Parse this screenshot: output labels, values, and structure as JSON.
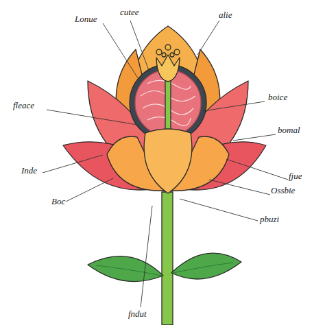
{
  "diagram": {
    "labels": [
      "Lonue",
      "cutee",
      "alie",
      "fleace",
      "boice",
      "bomal",
      "Inde",
      "fjue",
      "Boc",
      "Ossbie",
      "pbuzi",
      "fndut"
    ]
  }
}
